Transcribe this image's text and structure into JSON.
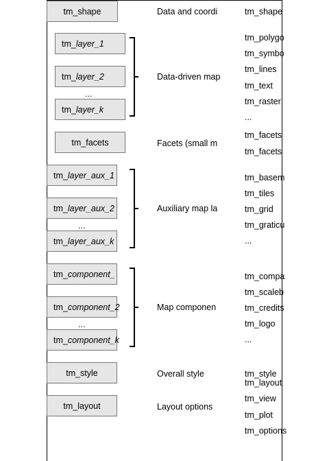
{
  "rows": [
    {
      "fn_prefix": "tm_shape",
      "fn_suffix": "",
      "desc": "Data and coordi",
      "list": [
        "tm_shape"
      ]
    },
    {
      "fn_prefix": "tm_",
      "fn_suffix": "layer_1",
      "desc": "",
      "list": [
        "tm_polygo",
        "tm_symbo",
        "tm_lines",
        "tm_text",
        "tm_raster",
        "..."
      ]
    },
    {
      "fn_prefix": "tm_",
      "fn_suffix": "layer_2",
      "desc": "Data-driven map",
      "list": []
    },
    {
      "fn_prefix": "tm_",
      "fn_suffix": "layer_k",
      "desc": "",
      "list": []
    },
    {
      "fn_prefix": "tm_facets",
      "fn_suffix": "",
      "desc": "Facets (small m",
      "list": [
        "tm_facets",
        "tm_facets"
      ]
    },
    {
      "fn_prefix": "tm_",
      "fn_suffix": "layer_aux_1",
      "desc": "",
      "list": [
        "tm_basem",
        "tm_tiles",
        "tm_grid",
        "tm_graticu",
        "..."
      ]
    },
    {
      "fn_prefix": "tm_",
      "fn_suffix": "layer_aux_2",
      "desc": "Auxiliary map la",
      "list": []
    },
    {
      "fn_prefix": "tm_",
      "fn_suffix": "layer_aux_k",
      "desc": "",
      "list": []
    },
    {
      "fn_prefix": "tm_",
      "fn_suffix": "component_",
      "desc": "",
      "list": [
        "tm_compa",
        "tm_scaleb",
        "tm_credits",
        "tm_logo",
        "..."
      ]
    },
    {
      "fn_prefix": "tm_",
      "fn_suffix": "component_2",
      "desc": "Map componen",
      "list": []
    },
    {
      "fn_prefix": "tm_",
      "fn_suffix": "component_k",
      "desc": "",
      "list": []
    },
    {
      "fn_prefix": "tm_style",
      "fn_suffix": "",
      "desc": "Overall style",
      "list": [
        "tm_style",
        "tm_layout"
      ]
    },
    {
      "fn_prefix": "tm_layout",
      "fn_suffix": "",
      "desc": "Layout options",
      "list": [
        "tm_view",
        "tm_plot",
        "tm_options"
      ]
    }
  ],
  "ellipsis": "..."
}
